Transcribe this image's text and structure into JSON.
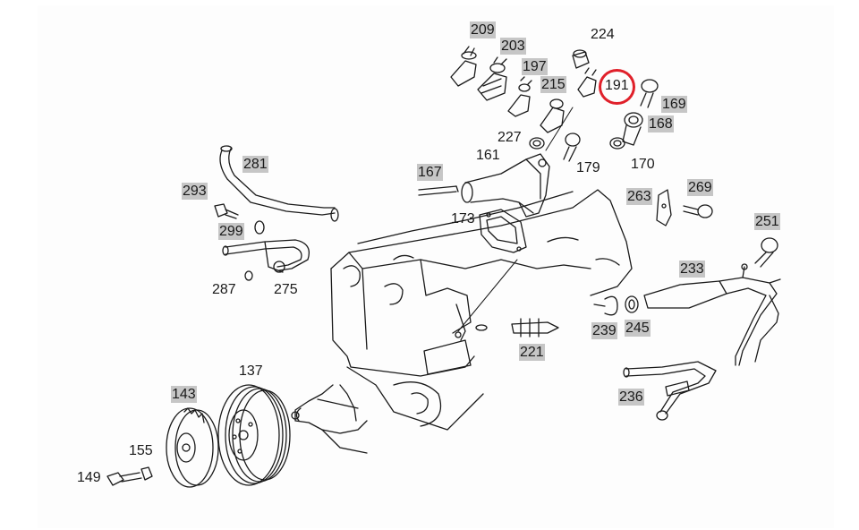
{
  "diagram": {
    "part_labels": [
      {
        "id": "209",
        "text": "209",
        "highlighted": true
      },
      {
        "id": "203",
        "text": "203",
        "highlighted": true
      },
      {
        "id": "224",
        "text": "224",
        "highlighted": false
      },
      {
        "id": "197",
        "text": "197",
        "highlighted": true
      },
      {
        "id": "215",
        "text": "215",
        "highlighted": true
      },
      {
        "id": "191",
        "text": "191",
        "highlighted": false,
        "selected": true
      },
      {
        "id": "169",
        "text": "169",
        "highlighted": true
      },
      {
        "id": "168",
        "text": "168",
        "highlighted": true
      },
      {
        "id": "227",
        "text": "227",
        "highlighted": false
      },
      {
        "id": "161",
        "text": "161",
        "highlighted": false
      },
      {
        "id": "179",
        "text": "179",
        "highlighted": false
      },
      {
        "id": "170",
        "text": "170",
        "highlighted": false
      },
      {
        "id": "281",
        "text": "281",
        "highlighted": true
      },
      {
        "id": "167",
        "text": "167",
        "highlighted": true
      },
      {
        "id": "293",
        "text": "293",
        "highlighted": true
      },
      {
        "id": "263",
        "text": "263",
        "highlighted": true
      },
      {
        "id": "269",
        "text": "269",
        "highlighted": true
      },
      {
        "id": "173",
        "text": "173",
        "highlighted": false
      },
      {
        "id": "299",
        "text": "299",
        "highlighted": true
      },
      {
        "id": "251",
        "text": "251",
        "highlighted": true
      },
      {
        "id": "287",
        "text": "287",
        "highlighted": false
      },
      {
        "id": "275",
        "text": "275",
        "highlighted": false
      },
      {
        "id": "233",
        "text": "233",
        "highlighted": true
      },
      {
        "id": "239",
        "text": "239",
        "highlighted": true
      },
      {
        "id": "245",
        "text": "245",
        "highlighted": true
      },
      {
        "id": "221",
        "text": "221",
        "highlighted": true
      },
      {
        "id": "137",
        "text": "137",
        "highlighted": false
      },
      {
        "id": "143",
        "text": "143",
        "highlighted": true
      },
      {
        "id": "236",
        "text": "236",
        "highlighted": true
      },
      {
        "id": "155",
        "text": "155",
        "highlighted": false
      },
      {
        "id": "149",
        "text": "149",
        "highlighted": false
      }
    ],
    "colors": {
      "highlight": "#c6c6c6",
      "selection_ring": "#e0202a",
      "line": "#1a1a1a"
    }
  }
}
